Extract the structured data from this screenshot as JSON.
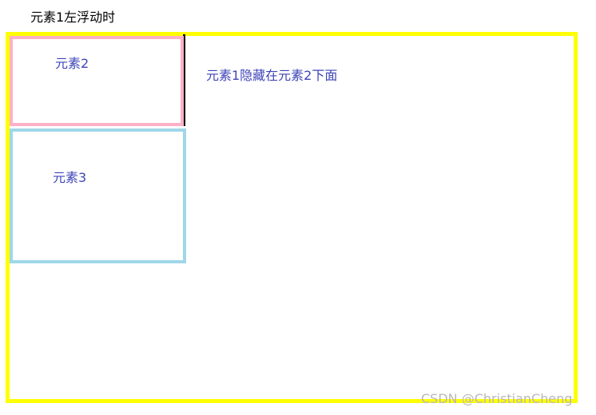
{
  "title": "元素1左浮动时",
  "element2": {
    "label": "元素2"
  },
  "element3": {
    "label": "元素3"
  },
  "element1": {
    "label": "元素1隐藏在元素2下面"
  },
  "watermark": "CSDN @ChristianCheng",
  "colors": {
    "outer_border": "#ffff00",
    "element2_border": "#ffb0c7",
    "element3_border": "#9fd7e8",
    "divider": "#000000",
    "label_text": "#3f45b8",
    "title_text": "#000000",
    "watermark_text": "#b8b8b8"
  }
}
